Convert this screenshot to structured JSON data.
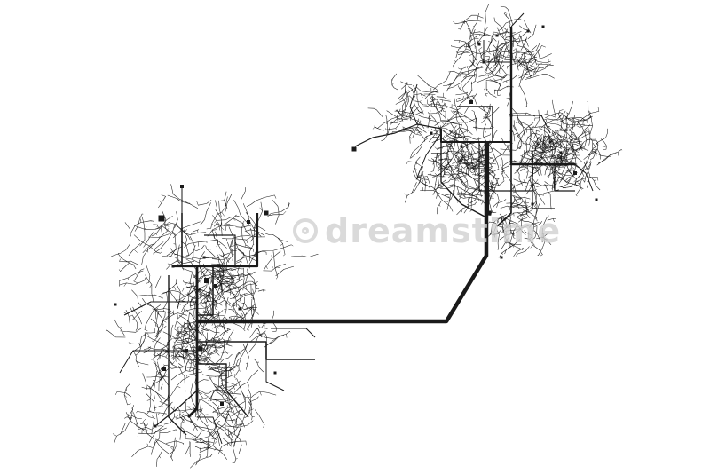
{
  "watermark": {
    "text": "dreamstime",
    "color": "#d2d2d2"
  },
  "diagram": {
    "kind": "network-map",
    "stroke_color": "#1a1a1a",
    "background": "#ffffff",
    "clusters": [
      "left-network-cluster",
      "right-network-cluster"
    ],
    "connector": "main-trunk-line"
  }
}
